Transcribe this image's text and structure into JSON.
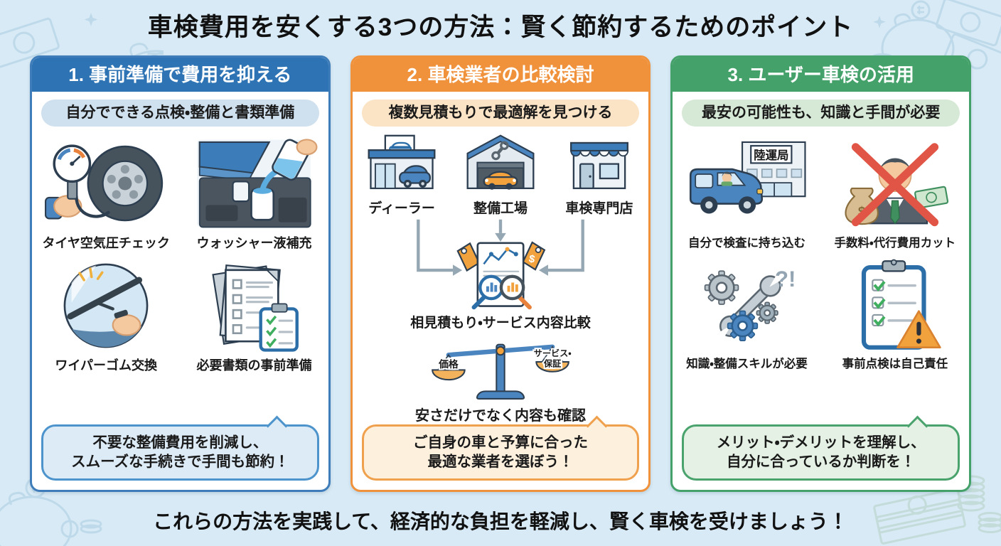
{
  "title": "車検費用を安くする3つの方法：賢く節約するためのポイント",
  "footer": "これらの方法を実践して、経済的な負担を軽減し、賢く車検を受けましょう！",
  "colors": {
    "background": "#d8eaf5",
    "blue_accent": "#2e74b4",
    "orange_accent": "#f0913c",
    "green_accent": "#43a169",
    "warning_red": "#e05545"
  },
  "columns": [
    {
      "header": "1. 事前準備で費用を抑える",
      "subtitle": "自分でできる点検・整備と書類準備",
      "items": [
        {
          "label": "タイヤ空気圧チェック",
          "icon": "tire-pressure-gauge-icon"
        },
        {
          "label": "ウォッシャー液補充",
          "icon": "washer-fluid-refill-icon"
        },
        {
          "label": "ワイパーゴム交換",
          "icon": "wiper-rubber-replace-icon"
        },
        {
          "label": "必要書類の事前準備",
          "icon": "documents-checklist-icon"
        }
      ],
      "callout": "不要な整備費用を削減し、\nスムーズな手続きで手間も節約！"
    },
    {
      "header": "2. 車検業者の比較検討",
      "subtitle": "複数見積もりで最適解を見つける",
      "shops": [
        {
          "label": "ディーラー",
          "icon": "dealer-building-icon"
        },
        {
          "label": "整備工場",
          "icon": "repair-garage-icon"
        },
        {
          "label": "車検専門店",
          "icon": "inspection-shop-icon"
        }
      ],
      "tag_symbol": "$",
      "compare_label": "相見積もり・サービス内容比較",
      "scale": {
        "left_pan": "価格",
        "right_pan_line1": "サービス・",
        "right_pan_line2": "保証"
      },
      "scale_caption": "安さだけでなく内容も確認",
      "callout": "ご自身の車と予算に合った\n最適な業者を選ぼう！"
    },
    {
      "header": "3. ユーザー車検の活用",
      "subtitle": "最安の可能性も、知識と手間が必要",
      "items": [
        {
          "label": "自分で検査に持ち込む",
          "icon": "drive-to-bureau-icon",
          "sign": "陸運局"
        },
        {
          "label": "手数料・代行費用カット",
          "icon": "no-agent-fee-icon",
          "bag_symbol": "$"
        },
        {
          "label": "知識・整備スキルが必要",
          "icon": "tools-skill-icon",
          "mark": "?!"
        },
        {
          "label": "事前点検は自己責任",
          "icon": "selfcheck-warning-icon"
        }
      ],
      "callout": "メリット・デメリットを理解し、\n自分に合っているか判断を！"
    }
  ]
}
